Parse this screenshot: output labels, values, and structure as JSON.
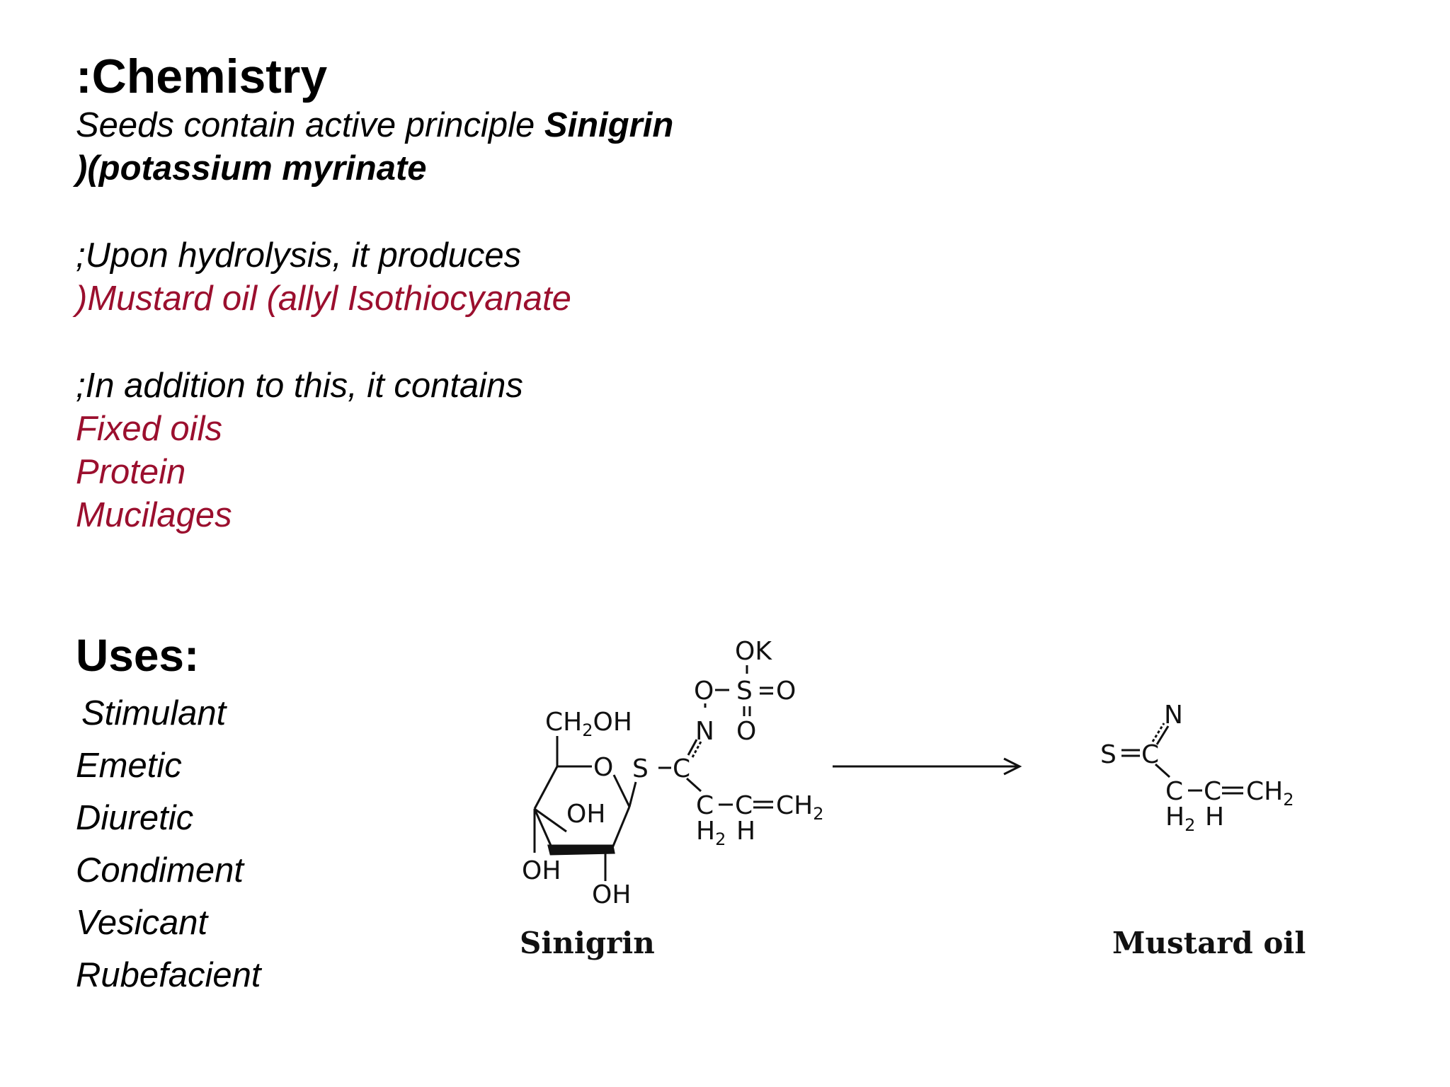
{
  "chemistry": {
    "title": ":Chemistry",
    "line1_text": "Seeds contain active principle ",
    "line1_bold": "Sinigrin",
    "line2": ")(potassium myrinate",
    "line3": ";Upon hydrolysis, it produces",
    "line4": ")Mustard oil (allyl Isothiocyanate",
    "line5": ";In addition to this, it contains",
    "contents": [
      "Fixed oils",
      "Protein",
      "Mucilages"
    ]
  },
  "uses": {
    "title": "Uses:",
    "items": [
      "Stimulant",
      "Emetic",
      "Diuretic",
      "Condiment",
      "Vesicant",
      "Rubefacient"
    ]
  },
  "reaction": {
    "reactant_label": "Sinigrin",
    "product_label": "Mustard oil",
    "sinigrin": {
      "ch2oh": "CH",
      "ch2oh_sub": "2",
      "ch2oh_end": "OH",
      "ring_o": "O",
      "s": "S",
      "c": "C",
      "n": "N",
      "o1": "O",
      "s2": "S",
      "o2": "O",
      "o3": "O",
      "ok": "OK",
      "oh_ring": "OH",
      "oh_left": "OH",
      "oh_bottom": "OH",
      "chain_c1": "C",
      "chain_c2": "C",
      "chain_ch2": "CH",
      "chain_ch2_sub": "2",
      "h2": "H",
      "h2_sub": "2",
      "h": "H"
    },
    "mustard": {
      "s": "S",
      "c": "C",
      "n": "N",
      "chain_c1": "C",
      "chain_c2": "C",
      "chain_ch2": "CH",
      "chain_ch2_sub": "2",
      "h2": "H",
      "h2_sub": "2",
      "h": "H"
    }
  },
  "colors": {
    "accent_red": "#9b0f2e",
    "text": "#000000"
  }
}
